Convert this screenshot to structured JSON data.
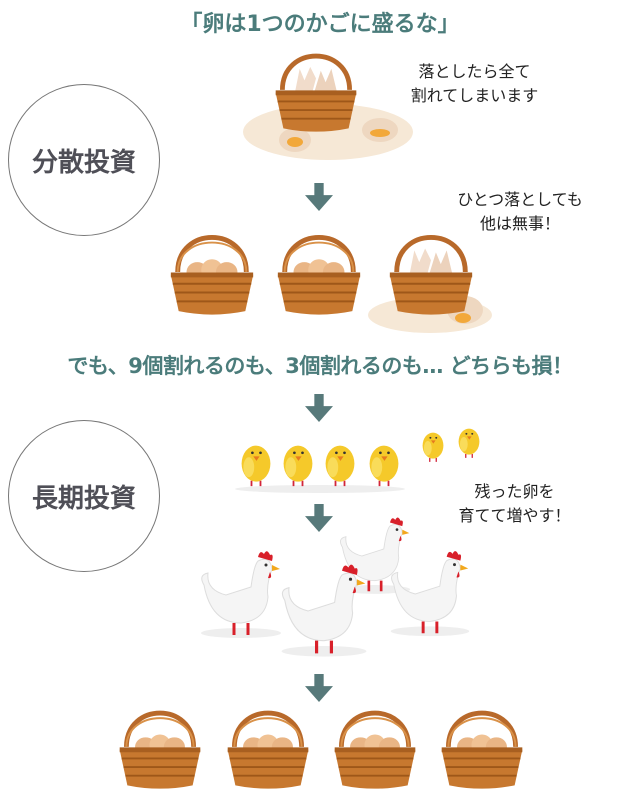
{
  "title": "「卵は1つのかごに盛るな」",
  "sections": {
    "diversified": {
      "label": "分散投資",
      "note_all_break": [
        "落としたら全て",
        "割れてしまいます"
      ],
      "note_one_drop": [
        "ひとつ落としても",
        "他は無事！"
      ]
    },
    "headline": "でも、9個割れるのも、3個割れるのも… どちらも損！",
    "long_term": {
      "label": "長期投資",
      "note_grow": [
        "残った卵を",
        "育てて増やす！"
      ]
    }
  },
  "colors": {
    "accent": "#4b7c7b",
    "circle_text": "#4f4f57",
    "basket": "#c7782f",
    "chick": "#f5c92a"
  }
}
